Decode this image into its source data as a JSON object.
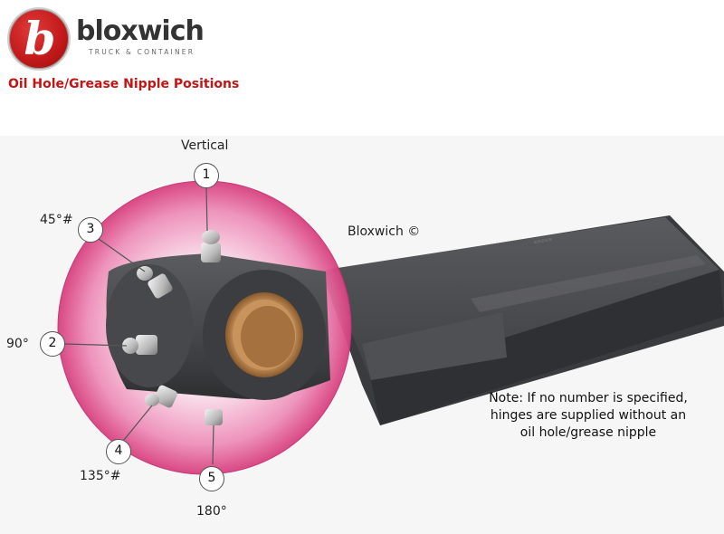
{
  "brand": {
    "name": "bloxwich",
    "tagline": "TRUCK & CONTAINER",
    "logo_letter": "b"
  },
  "heading": "Oil Hole/Grease Nipple Positions",
  "copyright": "Bloxwich ©",
  "positions": [
    {
      "number": "1",
      "angle": "Vertical"
    },
    {
      "number": "2",
      "angle": "90°"
    },
    {
      "number": "3",
      "angle": "45°#"
    },
    {
      "number": "4",
      "angle": "135°#"
    },
    {
      "number": "5",
      "angle": "180°"
    }
  ],
  "note": {
    "line1": "Note: If no number is specified,",
    "line2": "hinges are supplied without an",
    "line3": "oil hole/grease nipple"
  },
  "colors": {
    "brand_red": "#c41414",
    "highlight_pink": "#e0508f",
    "steel": "#4a4b4d",
    "bronze": "#b07a4a"
  }
}
